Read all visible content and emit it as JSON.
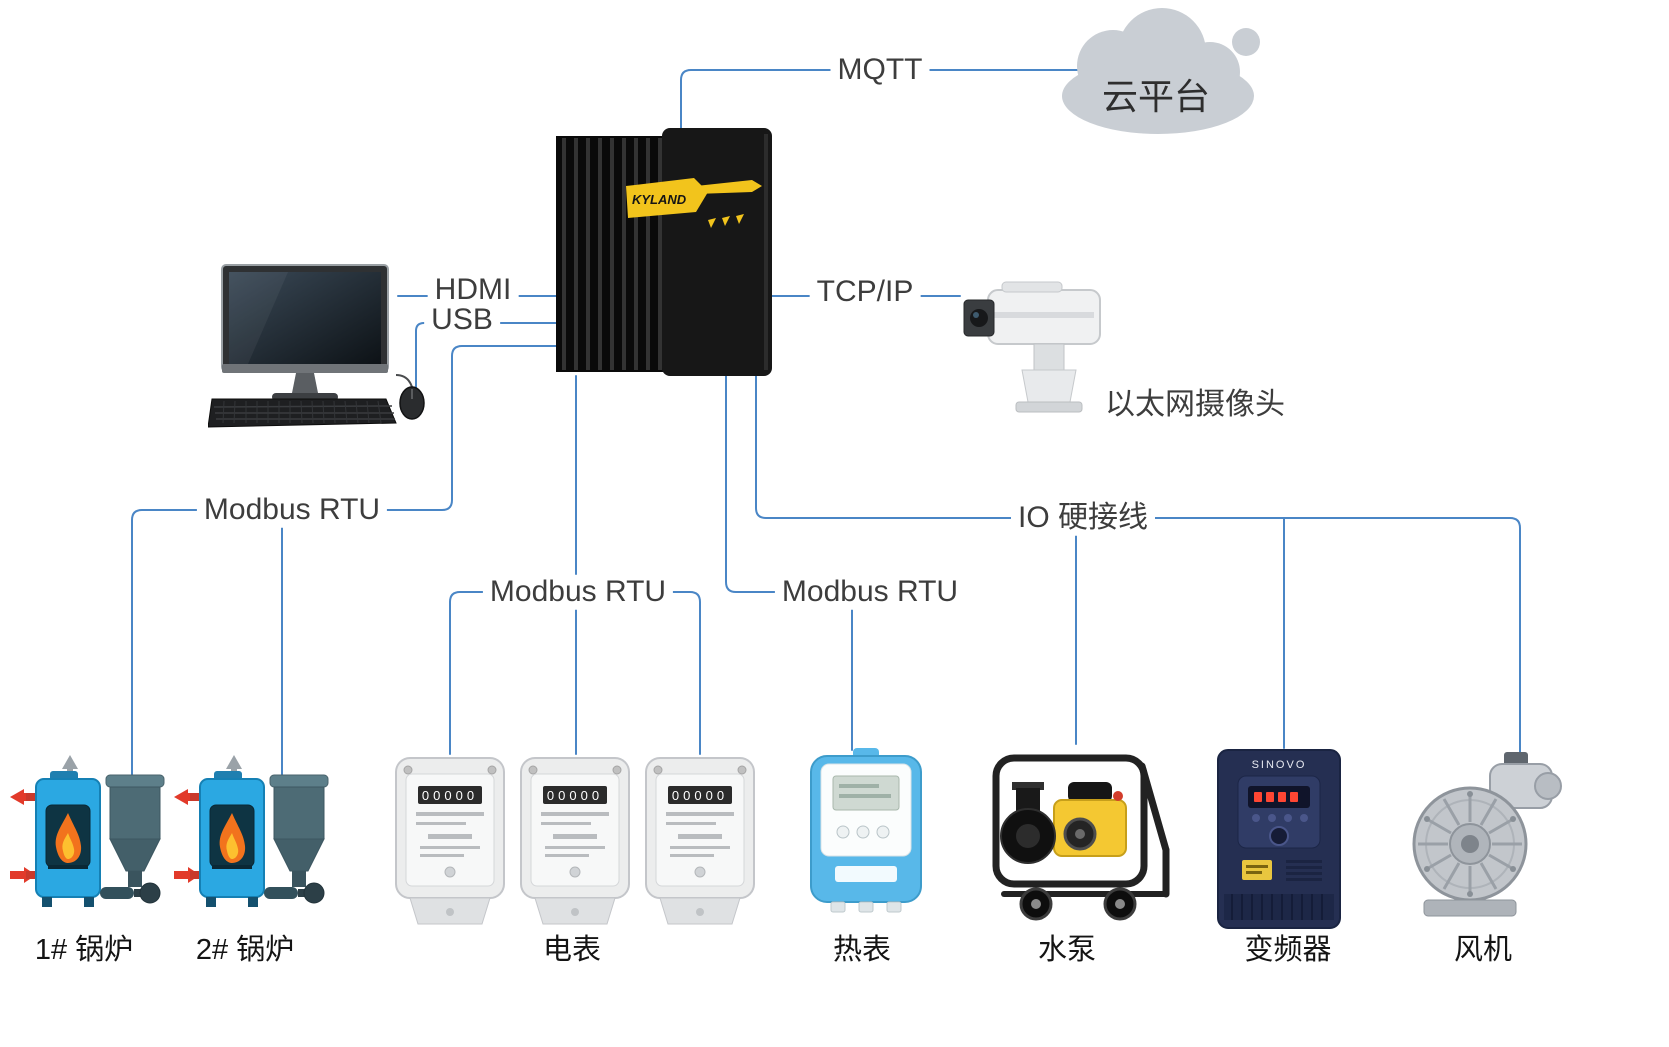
{
  "cloud": {
    "label": "云平台"
  },
  "gateway": {
    "brand": "KYLAND"
  },
  "camera": {
    "label": "以太网摄像头"
  },
  "connections": {
    "mqtt": "MQTT",
    "hdmi": "HDMI",
    "usb": "USB",
    "tcpip": "TCP/IP",
    "modbus_boilers": "Modbus RTU",
    "modbus_meters": "Modbus RTU",
    "modbus_heat_meter": "Modbus RTU",
    "io_hardwire": "IO 硬接线"
  },
  "devices": {
    "boiler1": {
      "label": "1# 锅炉"
    },
    "boiler2": {
      "label": "2# 锅炉"
    },
    "electric_meter": {
      "label": "电表",
      "counter": "00000"
    },
    "heat_meter": {
      "label": "热表"
    },
    "water_pump": {
      "label": "水泵"
    },
    "vfd": {
      "label": "变频器",
      "brand": "SINOVO"
    },
    "fan": {
      "label": "风机"
    }
  },
  "colors": {
    "connector_line": "#4a86c6",
    "gateway_accent": "#f2c41c",
    "boiler_blue": "#2ba8e2",
    "heat_meter_blue": "#58b8e9"
  }
}
